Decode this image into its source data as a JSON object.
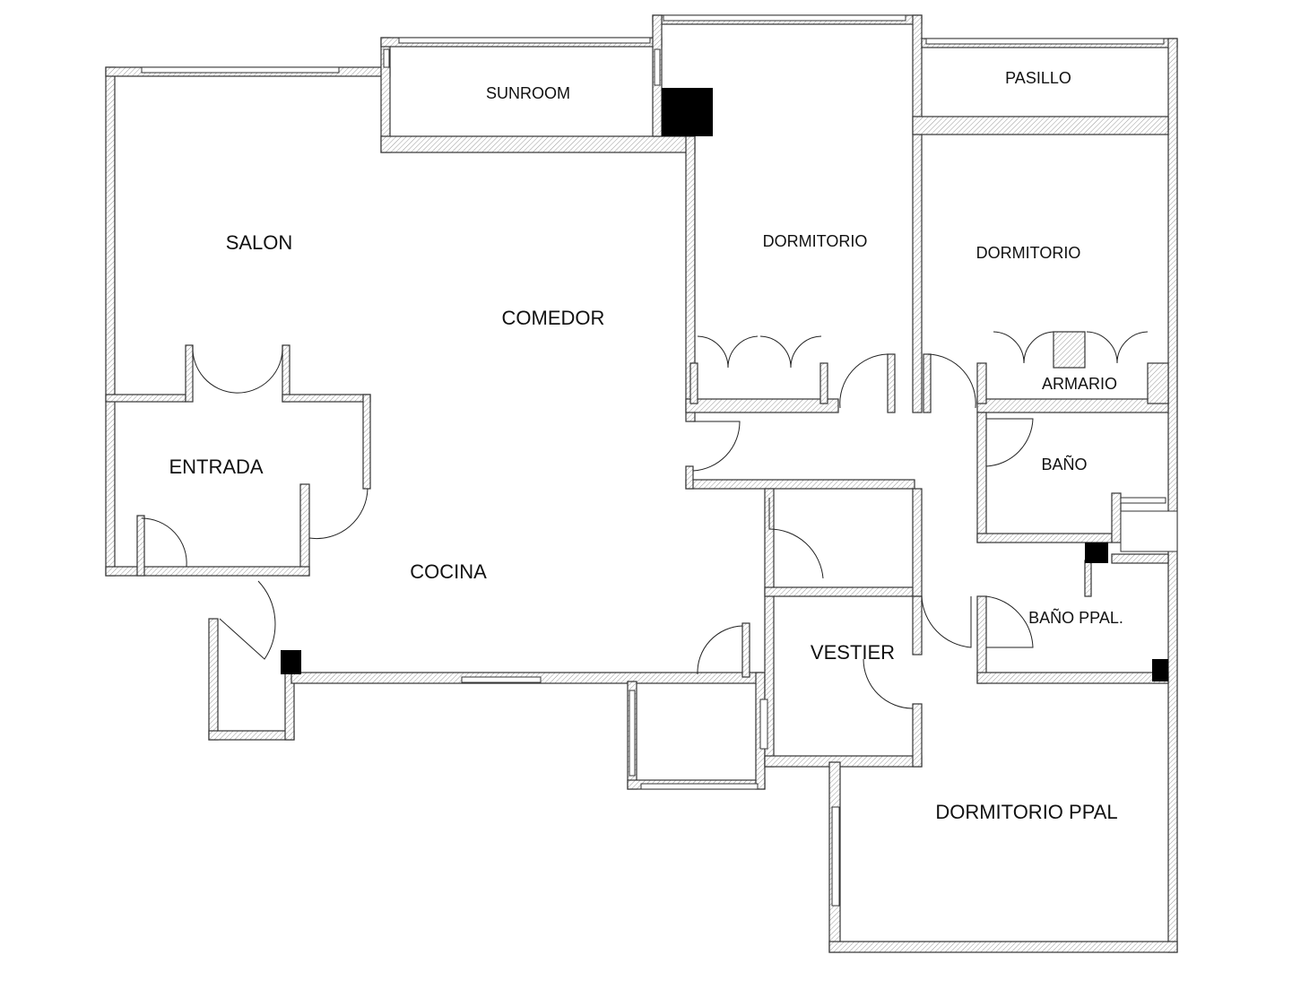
{
  "rooms": {
    "salon": "SALON",
    "sunroom": "SUNROOM",
    "dormitorio_1": "DORMITORIO",
    "pasillo": "PASILLO",
    "dormitorio_2": "DORMITORIO",
    "comedor": "COMEDOR",
    "entrada": "ENTRADA",
    "armario": "ARMARIO",
    "bano": "BAÑO",
    "cocina": "COCINA",
    "bano_ppal": "BAÑO PPAL.",
    "vestier": "VESTIER",
    "dormitorio_ppal": "DORMITORIO PPAL"
  },
  "colors": {
    "wall_outline": "#333333",
    "pillar": "#000000"
  }
}
